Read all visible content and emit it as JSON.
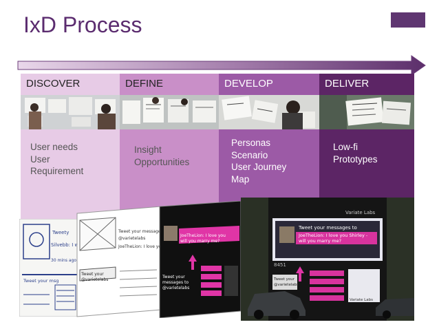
{
  "title": "IxD Process",
  "accent": "#5f3671",
  "phases": [
    {
      "label": "DISCOVER",
      "items": [
        "User needs",
        "User",
        "Requirement"
      ],
      "color": "#e7cbe6"
    },
    {
      "label": "DEFINE",
      "items": [
        "Insight",
        "Opportunities"
      ],
      "color": "#c98fc8"
    },
    {
      "label": "DEVELOP",
      "items": [
        "Personas",
        "Scenario",
        "User Journey",
        "Map"
      ],
      "color": "#9c5aa6"
    },
    {
      "label": "DELIVER",
      "items": [
        "Low-fi",
        "Prototypes"
      ],
      "color": "#5c2565"
    }
  ],
  "prototype_text": {
    "tweet_prompt": "Tweet your messages to",
    "handle": "@varietelabs",
    "message": "JoeTheLion: I love you Shirley - will you marry me?",
    "brand": "Variate Labs",
    "sketch_note": "30 mins ago",
    "sketch_user": "Silvebb: I will you ma",
    "counter": "8451"
  }
}
